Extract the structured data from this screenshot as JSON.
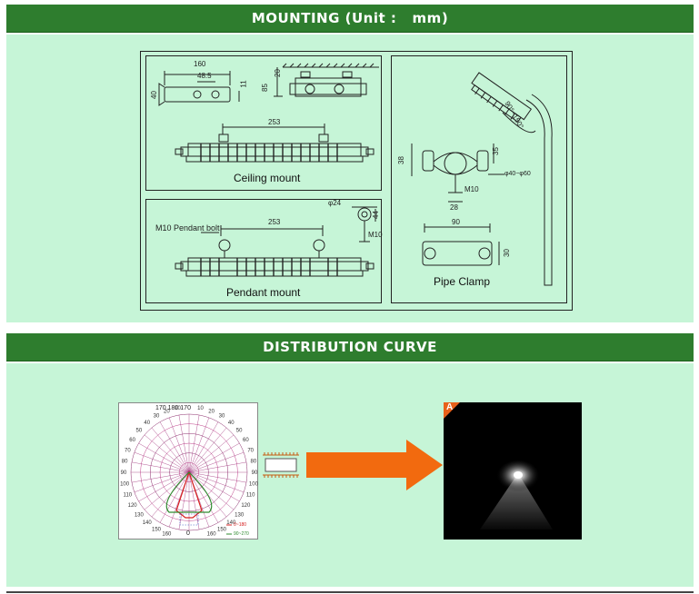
{
  "sections": {
    "mounting_title": "MOUNTING (Unit :   mm)",
    "distribution_title": "DISTRIBUTION CURVE"
  },
  "ceiling": {
    "caption": "Ceiling mount",
    "dims": {
      "w160": "160",
      "w48": "48.5",
      "h40": "40",
      "h11": "11",
      "h20": "20",
      "h85": "85",
      "w253": "253"
    }
  },
  "pendant": {
    "caption": "Pendant mount",
    "bolt_label": "M10 Pendant bolt",
    "dims": {
      "w253": "253",
      "phi24": "φ24",
      "h44": "44",
      "m10": "M10"
    }
  },
  "pipe": {
    "caption": "Pipe Clamp",
    "angle": "90°~150°",
    "dims": {
      "h38": "38",
      "h35": "35",
      "w28": "28",
      "m10": "M10",
      "phi": "φ40~φ60",
      "w90": "90",
      "h30": "30"
    }
  },
  "polar": {
    "angles_left": [
      "160",
      "150",
      "140",
      "130",
      "120",
      "110",
      "100",
      "90",
      "80",
      "70",
      "60",
      "50",
      "40",
      "30",
      "20",
      "10"
    ],
    "angles_right": [
      "160",
      "150",
      "140",
      "130",
      "120",
      "110",
      "100",
      "90",
      "80",
      "70",
      "60",
      "50",
      "40",
      "30",
      "20",
      "10"
    ],
    "angle_top": [
      "170",
      "180",
      "170"
    ],
    "angle_bottom": "0",
    "legend": [
      {
        "label": "0~180",
        "color": "#d62020"
      },
      {
        "label": "90~270",
        "color": "#2e8b2e"
      }
    ]
  },
  "photo": {
    "badge": "A"
  },
  "colors": {
    "bar": "#2e7d2e",
    "panel": "#c6f5d7",
    "arrow": "#f26a0f",
    "badge": "#e8611a"
  }
}
